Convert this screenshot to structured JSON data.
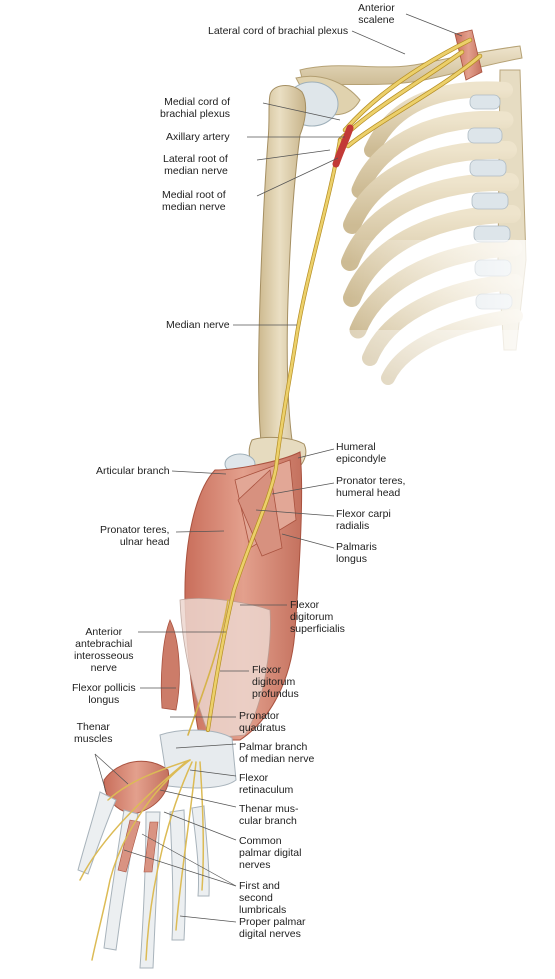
{
  "labels": {
    "anterior_scalene": "Anterior\nscalene",
    "lateral_cord": "Lateral cord of brachial plexus",
    "medial_cord": "Medial cord of\nbrachial plexus",
    "axillary_artery": "Axillary artery",
    "lateral_root": "Lateral root of\nmedian nerve",
    "medial_root": "Medial root of\nmedian nerve",
    "median_nerve": "Median nerve",
    "humeral_epicondyle": "Humeral\nepicondyle",
    "articular_branch": "Articular branch",
    "pronator_teres_humeral": "Pronator teres,\nhumeral head",
    "flexor_carpi_radialis": "Flexor carpi\nradialis",
    "pronator_teres_ulnar": "Pronator teres,\nulnar head",
    "palmaris_longus": "Palmaris\nlongus",
    "flexor_digitorum_superficialis": "Flexor\ndigitorum\nsuperficialis",
    "anterior_interosseous": "Anterior\nantebrachial\ninterosseous\nnerve",
    "flexor_digitorum_profundus": "Flexor\ndigitorum\nprofundus",
    "flexor_pollicis_longus": "Flexor pollicis\nlongus",
    "pronator_quadratus": "Pronator\nquadratus",
    "thenar_muscles": "Thenar\nmuscles",
    "palmar_branch": "Palmar branch\nof median nerve",
    "flexor_retinaculum": "Flexor\nretinaculum",
    "thenar_muscular_branch": "Thenar mus-\ncular branch",
    "common_palmar_digital": "Common\npalmar digital\nnerves",
    "first_second_lumbricals": "First and\nsecond\nlumbricals",
    "proper_palmar_digital": "Proper palmar\ndigital nerves"
  },
  "colors": {
    "bone": "#e3d6b6",
    "bone_shade": "#c9b78f",
    "cartilage": "#dfe6ea",
    "muscle": "#d98b78",
    "muscle_dark": "#b8614f",
    "tendon": "#eef0f2",
    "nerve": "#e9c85a",
    "nerve_edge": "#b58e25",
    "artery": "#c23a37",
    "leader": "#444444"
  }
}
